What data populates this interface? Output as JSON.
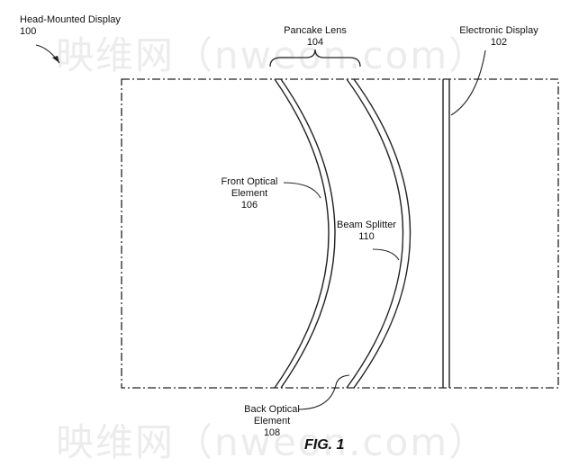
{
  "watermark": "映维网（nweon.com）",
  "labels": {
    "hmd_name": "Head-Mounted Display",
    "hmd_num": "100",
    "pancake_name": "Pancake Lens",
    "pancake_num": "104",
    "display_name": "Electronic Display",
    "display_num": "102",
    "front_line1": "Front Optical",
    "front_line2": "Element",
    "front_num": "106",
    "beam_name": "Beam Splitter",
    "beam_num": "110",
    "back_line1": "Back Optical",
    "back_line2": "Element",
    "back_num": "108"
  },
  "figure_label": "FIG. 1"
}
